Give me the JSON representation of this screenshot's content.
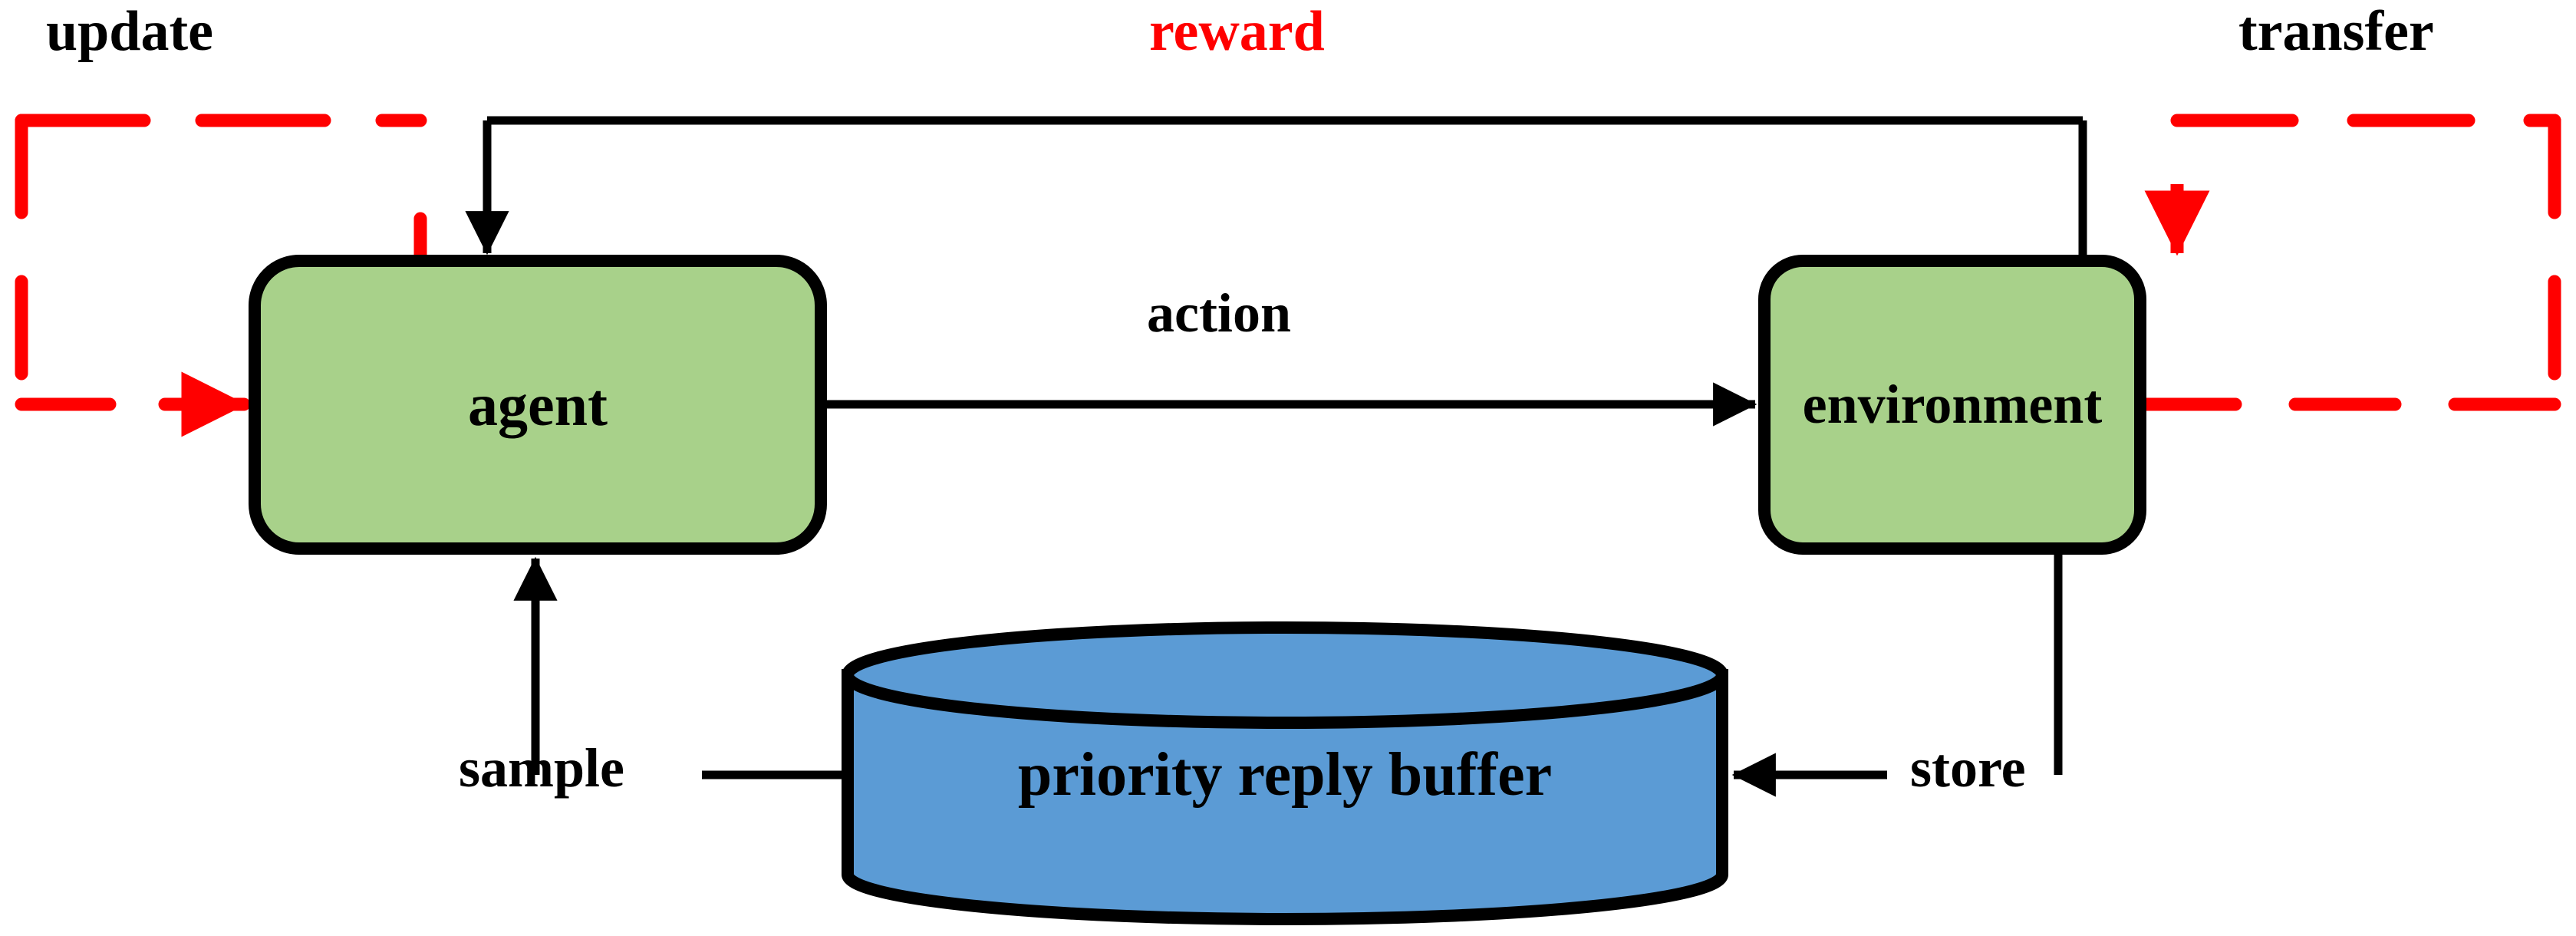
{
  "diagram": {
    "title": "Reinforcement learning architecture with priority reply buffer",
    "type": "flow-diagram",
    "colors": {
      "box_fill_green": "#a8d18a",
      "cylinder_fill_blue": "#5b9bd5",
      "stroke_black": "#000000",
      "accent_red": "#ff0000",
      "background": "#ffffff"
    },
    "nodes": {
      "agent": {
        "label": "agent",
        "shape": "rounded-rect",
        "fill": "#a8d18a"
      },
      "environment": {
        "label": "environment",
        "shape": "rounded-rect",
        "fill": "#a8d18a"
      },
      "buffer": {
        "label": "priority reply buffer",
        "shape": "cylinder",
        "fill": "#5b9bd5"
      }
    },
    "edges": {
      "update": {
        "label": "update",
        "color": "#ff0000",
        "style": "dashed",
        "from": "external",
        "to": "agent"
      },
      "reward": {
        "label": "reward",
        "color": "#ff0000",
        "line_color": "#000000",
        "style": "solid",
        "from": "environment",
        "to": "agent"
      },
      "transfer": {
        "label": "transfer",
        "color": "#ff0000",
        "style": "dashed",
        "from": "external",
        "to": "environment"
      },
      "action": {
        "label": "action",
        "color": "#000000",
        "style": "solid",
        "from": "agent",
        "to": "environment"
      },
      "sample": {
        "label": "sample",
        "color": "#000000",
        "style": "solid",
        "from": "buffer",
        "to": "agent"
      },
      "store": {
        "label": "store",
        "color": "#000000",
        "style": "solid",
        "from": "environment",
        "to": "buffer"
      }
    }
  }
}
